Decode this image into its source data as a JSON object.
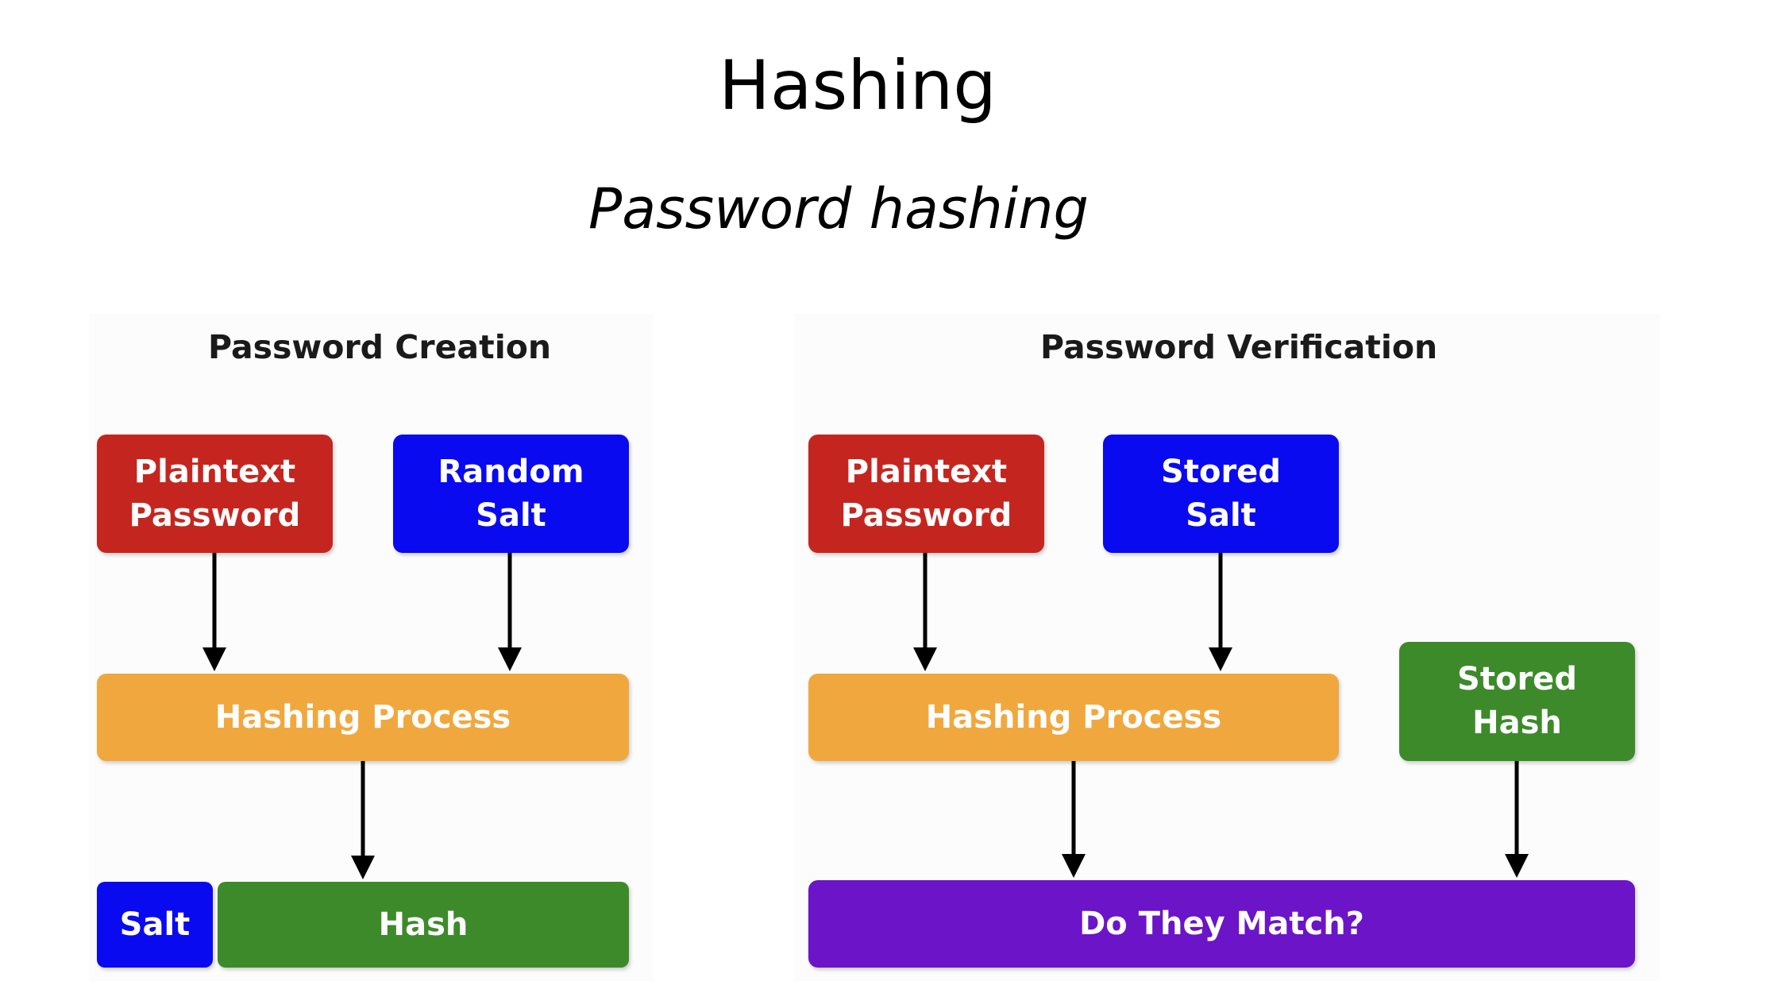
{
  "title": "Hashing",
  "subtitle": "Password hashing",
  "colors": {
    "red": "#c4261f",
    "blue": "#0a0af0",
    "orange": "#f0a83e",
    "green": "#3d8a2a",
    "purple": "#6b14c8",
    "arrow": "#000000"
  },
  "creation": {
    "heading": "Password Creation",
    "plaintext_password": "Plaintext\nPassword",
    "random_salt": "Random\nSalt",
    "hashing_process": "Hashing Process",
    "salt": "Salt",
    "hash": "Hash"
  },
  "verification": {
    "heading": "Password Verification",
    "plaintext_password": "Plaintext\nPassword",
    "stored_salt": "Stored\nSalt",
    "hashing_process": "Hashing Process",
    "stored_hash": "Stored\nHash",
    "match": "Do They Match?"
  }
}
